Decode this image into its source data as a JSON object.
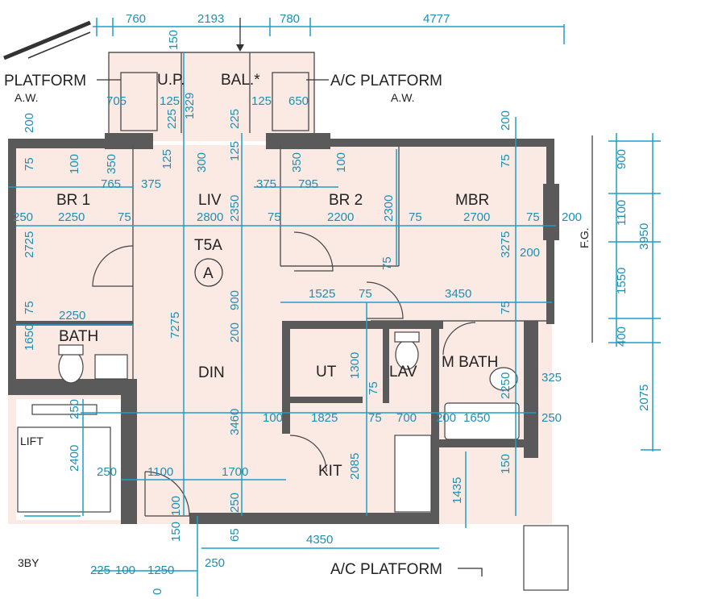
{
  "unit": {
    "name": "T5A",
    "marker": "A"
  },
  "rooms": {
    "br1": "BR 1",
    "liv": "LIV",
    "br2": "BR 2",
    "mbr": "MBR",
    "bath": "BATH",
    "din": "DIN",
    "ut": "UT",
    "lav": "LAV",
    "mbath": "M BATH",
    "kit": "KIT",
    "lift": "LIFT",
    "lobby_partial": "3BY",
    "up": "U.P.",
    "bal": "BAL.*"
  },
  "callouts": {
    "platform_left": "PLATFORM",
    "ac_platform_right": "A/C PLATFORM",
    "ac_platform_bottom": "A/C PLATFORM",
    "aw_left": "A.W.",
    "aw_right": "A.W.",
    "fg": "F.G."
  },
  "dimensions": {
    "top_760a": "760",
    "top_2193": "2193",
    "top_780": "780",
    "top_4777": "4777",
    "top_150": "150",
    "top_705": "705",
    "top_125a": "125",
    "top_1329": "1329",
    "top_125b": "125",
    "top_650": "650",
    "v_225a": "225",
    "v_225b": "225",
    "v_200a": "200",
    "v_200b": "200",
    "v_125c": "125",
    "v_125d": "125",
    "v_75a": "75",
    "v_100a": "100",
    "v_350a": "350",
    "v_300": "300",
    "v_350b": "350",
    "v_100b": "100",
    "v_75b": "75",
    "h_765": "765",
    "h_375a": "375",
    "h_375b": "375",
    "h_795": "795",
    "h_250a": "250",
    "h_2250a": "2250",
    "h_75a": "75",
    "h_2800": "2800",
    "v_2350": "2350",
    "h_75b": "75",
    "h_2200": "2200",
    "v_2300": "2300",
    "h_75c": "75",
    "h_2700": "2700",
    "h_75d": "75",
    "h_200a": "200",
    "v_2725": "2725",
    "v_3275": "3275",
    "h_200b": "200",
    "v_75c": "75",
    "h_1525": "1525",
    "h_75e": "75",
    "h_3450": "3450",
    "v_75d": "75",
    "h_2250b": "2250",
    "v_1650": "1650",
    "v_7275": "7275",
    "v_900": "900",
    "v_200c": "200",
    "v_75e": "75",
    "v_1300": "1300",
    "v_2250": "2250",
    "h_325": "325",
    "v_75f": "75",
    "h_100a": "100",
    "h_1825": "1825",
    "h_75f": "75",
    "h_700": "700",
    "h_200c": "200",
    "h_1650": "1650",
    "h_250b": "250",
    "v_250a": "250",
    "v_2400": "2400",
    "v_3460": "3460",
    "v_2085": "2085",
    "h_250c": "250",
    "h_1100": "1100",
    "h_1700": "1700",
    "v_1435": "1435",
    "v_150a": "150",
    "v_100c": "100",
    "v_250b": "250",
    "v_150b": "150",
    "v_65": "65",
    "h_4350": "4350",
    "h_250d": "250",
    "h_225": "225",
    "h_100b": "100",
    "h_1250": "1250",
    "v_0": "0",
    "r_900": "900",
    "r_1100": "1100",
    "r_1550": "1550",
    "r_400": "400",
    "r_3950": "3950",
    "r_2075": "2075"
  }
}
